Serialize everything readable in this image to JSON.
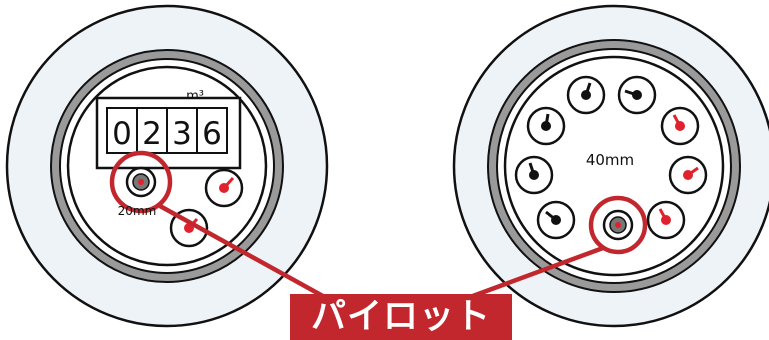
{
  "meter_small": {
    "unit": "m³",
    "digits": [
      "0",
      "2",
      "3",
      "6"
    ],
    "size_label": "20mm"
  },
  "meter_large": {
    "size_label": "40mm"
  },
  "callout": {
    "label": "パイロット"
  },
  "colors": {
    "accent_red": "#c1272d",
    "dial_pointer_red": "#e0222e",
    "ring_fill": "#eef3f8",
    "ring_gray": "#9a9a9a",
    "outline": "#111111"
  },
  "icons": [
    "pilot-indicator-icon",
    "dial-pointer-icon"
  ]
}
